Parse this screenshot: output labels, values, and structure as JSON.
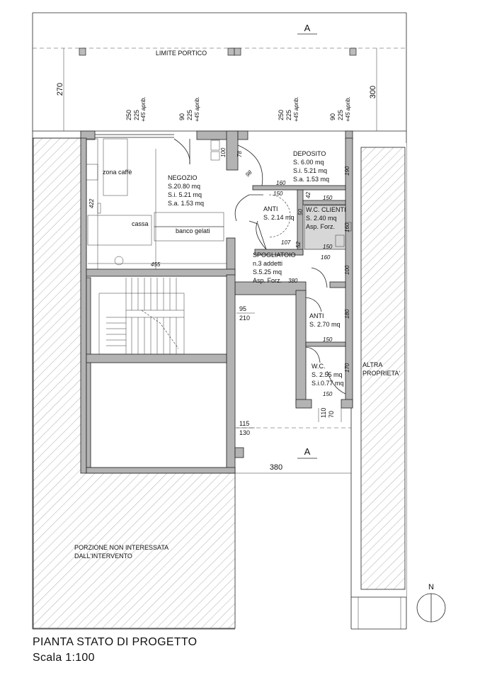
{
  "section_marker": "A",
  "portico_label": "LIMITE PORTICO",
  "dims": {
    "left_270": "270",
    "right_300": "300",
    "d250": "250",
    "d225": "225",
    "d90": "90",
    "apr": "+45 aprib.",
    "d100": "100",
    "d78": "78",
    "d98": "98",
    "d190": "190",
    "d160": "160",
    "d150": "150",
    "d42": "42",
    "d107": "107",
    "d52": "52",
    "d50": "50",
    "d380": "380",
    "d455": "455",
    "d422": "422",
    "d180": "180",
    "d170": "170",
    "d110": "110",
    "d70": "70",
    "d95": "95",
    "d210": "210",
    "d115": "115",
    "d130": "130",
    "bottom_380": "380"
  },
  "rooms": {
    "negozio": {
      "name": "NEGOZIO",
      "s": "S.20.80 mq",
      "si": "S.i. 5.21 mq",
      "sa": "S.a. 1.53 mq"
    },
    "zona_caffe": "zona caffè",
    "cassa": "cassa",
    "banco_gelati": "banco gelati",
    "deposito": {
      "name": "DEPOSITO",
      "s": "S. 6.00 mq",
      "si": "S.i. 5.21 mq",
      "sa": "S.a. 1.53 mq"
    },
    "anti1": {
      "name": "ANTI",
      "s": "S. 2.14 mq"
    },
    "wc_clienti": {
      "name": "W.C. CLIENTI",
      "s": "S. 2.40 mq",
      "asp": "Asp. Forz."
    },
    "spogliatoio": {
      "name": "SPOGLIATOIO",
      "addetti": "n.3 addetti",
      "s": "S.5.25 mq",
      "asp": "Asp. Forz."
    },
    "anti2": {
      "name": "ANTI",
      "s": "S. 2.70 mq"
    },
    "wc": {
      "name": "W.C.",
      "s": "S. 2.55 mq",
      "si": "S.i.0.77 mq"
    },
    "altra": {
      "l1": "ALTRA",
      "l2": "PROPRIETA'"
    },
    "porzione": {
      "l1": "PORZIONE NON INTERESSATA",
      "l2": "DALL'INTERVENTO"
    }
  },
  "north": "N",
  "title": "PIANTA STATO DI PROGETTO",
  "scale": "Scala 1:100"
}
